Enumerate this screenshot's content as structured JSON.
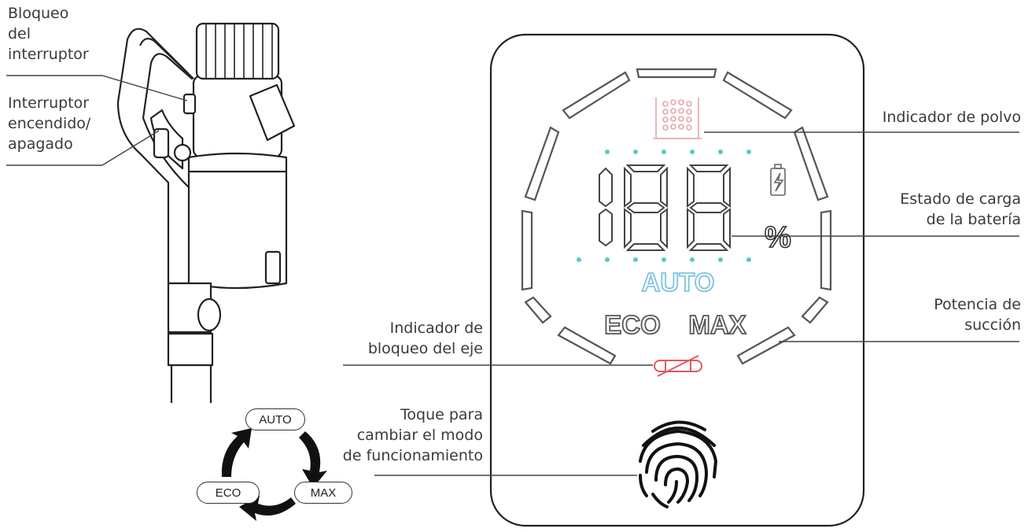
{
  "labels": {
    "switch_lock": [
      "Bloqueo",
      "del",
      "interruptor"
    ],
    "power_switch": [
      "Interruptor",
      "encendido/",
      "apagado"
    ],
    "dust_indicator": "Indicador de polvo",
    "battery_status": [
      "Estado de carga",
      "de la batería"
    ],
    "suction_power": [
      "Potencia de",
      "succión"
    ],
    "axis_lock_indicator": [
      "Indicador de",
      "bloqueo del eje"
    ],
    "touch_mode": [
      "Toque para",
      "cambiar el modo",
      "de funcionamiento"
    ]
  },
  "display": {
    "digits": "188",
    "percent": "%",
    "mode_auto": "AUTO",
    "mode_eco": "ECO",
    "mode_max": "MAX"
  },
  "cycle": {
    "auto": "AUTO",
    "max": "MAX",
    "eco": "ECO"
  },
  "colors": {
    "auto_text": "#7ec3e0",
    "dots": "#5fc7c2",
    "dust_icon": "#e8a7a7",
    "axis_icon": "#e05a5a"
  },
  "icons": [
    "dust-grid-icon",
    "battery-icon",
    "axis-lock-icon",
    "fingerprint-icon",
    "cycle-arrow-icon"
  ]
}
